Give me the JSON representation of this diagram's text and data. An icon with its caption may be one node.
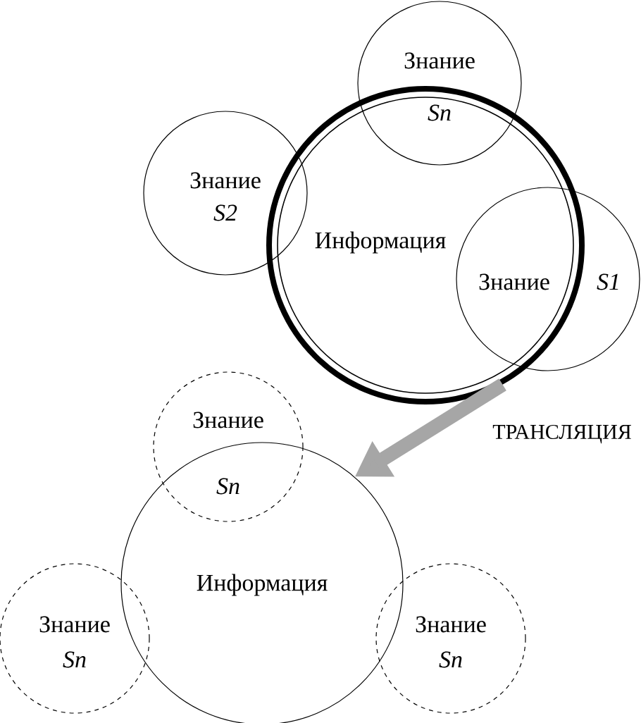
{
  "diagram": {
    "nodes": [
      {
        "text": [
          "Информация"
        ]
      },
      {
        "text": [
          "Знание",
          "Sn"
        ]
      },
      {
        "text": [
          "Знание",
          "S2"
        ]
      },
      {
        "text": [
          "Знание",
          "S1"
        ]
      },
      {
        "text": [
          "Информация"
        ]
      },
      {
        "text": [
          "Знание",
          "Sn"
        ]
      },
      {
        "text": [
          "Знание",
          "Sn"
        ]
      },
      {
        "text": [
          "Знание",
          "Sn"
        ]
      }
    ],
    "edges": [
      {
        "from": 0,
        "to": 4,
        "arrow": "to",
        "label": "ТРАНСЛЯЦИЯ"
      }
    ]
  }
}
